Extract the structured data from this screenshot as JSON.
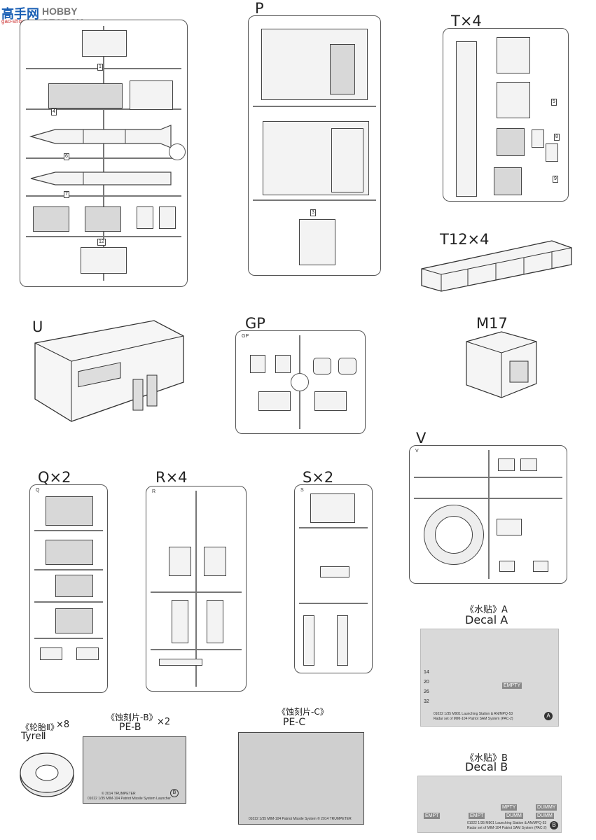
{
  "watermark": {
    "brand": "HOBBY SEARCH",
    "cn_logo": "高手网",
    "site": "gao-shou.com"
  },
  "labels": {
    "p": "P",
    "t": "T×4",
    "t12": "T12×4",
    "u": "U",
    "gp": "GP",
    "m17": "M17",
    "v": "V",
    "q": "Q×2",
    "r": "R×4",
    "s": "S×2",
    "tyre_cn": "《轮胎Ⅱ》",
    "tyre_x": "×8",
    "tyre": "TyreⅡ",
    "peb_cn": "《蚀刻片-B》",
    "peb_x": "×2",
    "peb": "PE-B",
    "pec_cn": "《蚀刻片-C》",
    "pec": "PE-C",
    "decala_cn": "《水贴》A",
    "decala": "Decal  A",
    "decalb_cn": "《水贴》B",
    "decalb": "Decal B"
  },
  "sprue_tags": {
    "gp": "GP",
    "q": "Q",
    "r": "R",
    "s": "S",
    "v": "V"
  },
  "decal_text": {
    "a_caption": "01022 1/35 M901 Launching Station & AN/MPQ-53",
    "a_caption2": "Radar set of MIM-104 Patriot SAM System (PAC-2)",
    "a_circle": "A",
    "b_caption": "01022 1/35 M901 Launching Station & AN/MPQ-53",
    "b_caption2": "Radar set of MIM-104 Patriot SAM System (PAC-2)",
    "b_circle": "B",
    "empty": "EMPTY",
    "empt": "EMPT",
    "mpty": "MPTY",
    "dumm": "DUMM",
    "dummy": "DUMMY"
  },
  "pe_text": {
    "b_line1": "© 2014 TRUMPETER",
    "b_line2": "01022 1/35 MIM-104 Patriot Missile System Launcher",
    "b_circle": "B",
    "c_line": "01022 1/35 MIM-104 Patriot Missile System  © 2014  TRUMPETER"
  }
}
